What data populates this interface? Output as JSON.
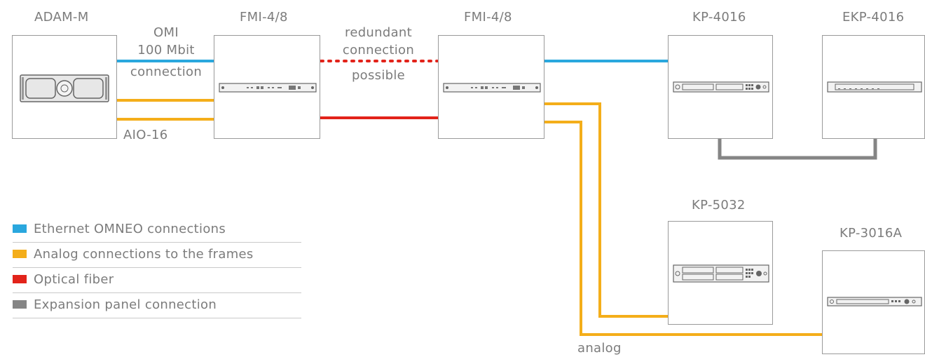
{
  "devices": {
    "adam": "ADAM-M",
    "fmi_left": "FMI-4/8",
    "fmi_right": "FMI-4/8",
    "kp4016": "KP-4016",
    "ekp4016": "EKP-4016",
    "kp5032": "KP-5032",
    "kp3016a": "KP-3016A"
  },
  "connection_labels": {
    "omi_line1": "OMI",
    "omi_line2": "100 Mbit",
    "omi_line3": "connection",
    "aio": "AIO-16",
    "redundant_line1": "redundant",
    "redundant_line2": "connection",
    "redundant_line3": "possible",
    "analog": "analog"
  },
  "legend": [
    {
      "label": "Ethernet OMNEO connections",
      "color": "#2aa7de"
    },
    {
      "label": "Analog connections to the frames",
      "color": "#f4ae1a"
    },
    {
      "label": "Optical fiber",
      "color": "#e2231a"
    },
    {
      "label": "Expansion panel connection",
      "color": "#858585"
    }
  ],
  "colors": {
    "ethernet": "#2aa7de",
    "analog": "#f4ae1a",
    "fiber": "#e2231a",
    "expansion": "#858585",
    "box_border": "#9a9a9a",
    "text": "#7c7c7c"
  }
}
